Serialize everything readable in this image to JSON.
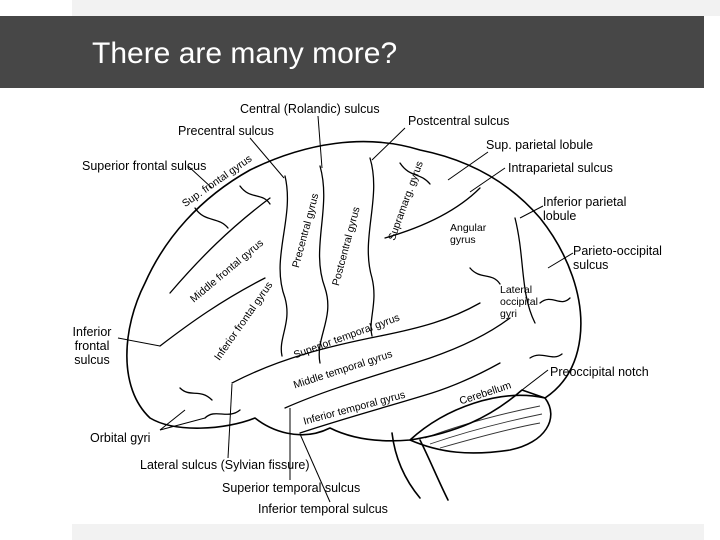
{
  "slide": {
    "title": "There are many more?",
    "accent_color": "#474747"
  },
  "diagram": {
    "callouts": {
      "central_sulcus": "Central (Rolandic) sulcus",
      "postcentral_sulcus": "Postcentral sulcus",
      "precentral_sulcus": "Precentral sulcus",
      "sup_parietal_lobule": "Sup. parietal lobule",
      "superior_frontal_sulcus": "Superior frontal sulcus",
      "intraparietal_sulcus": "Intraparietal sulcus",
      "inferior_parietal_lobule": "Inferior parietal lobule",
      "parieto_occipital_sulcus": "Parieto-occipital sulcus",
      "inferior_frontal_sulcus": "Inferior frontal sulcus",
      "preoccipital_notch": "Preoccipital notch",
      "orbital_gyri": "Orbital gyri",
      "lateral_sulcus": "Lateral sulcus (Sylvian fissure)",
      "superior_temporal_sulcus": "Superior temporal sulcus",
      "inferior_temporal_sulcus": "Inferior temporal sulcus"
    },
    "regions": {
      "sup_frontal_gyrus": "Sup. frontal gyrus",
      "middle_frontal_gyrus": "Middle frontal gyrus",
      "inferior_frontal_gyrus": "Inferior frontal gyrus",
      "precentral_gyrus": "Precentral gyrus",
      "postcentral_gyrus": "Postcentral gyrus",
      "supramarg_gyrus": "Supramarg. gyrus",
      "angular_gyrus": "Angular gyrus",
      "lateral_occipital_gyri": "Lateral occipital gyri",
      "superior_temporal_gyrus": "Superior temporal gyrus",
      "middle_temporal_gyrus": "Middle temporal gyrus",
      "inferior_temporal_gyrus": "Inferior temporal gyrus",
      "cerebellum": "Cerebellum"
    }
  }
}
